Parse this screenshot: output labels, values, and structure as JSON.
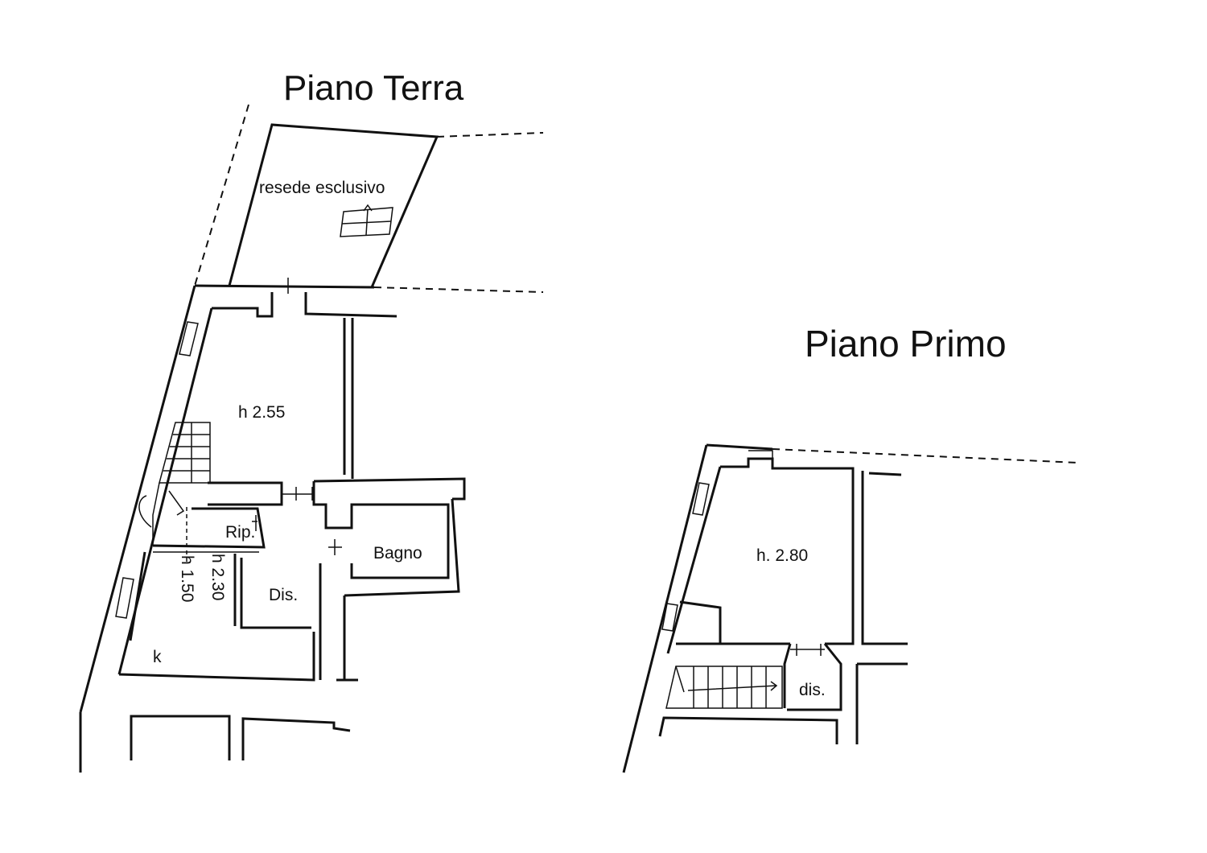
{
  "floors": {
    "ground": {
      "title": "Piano Terra",
      "rooms": {
        "resede": "resede esclusivo",
        "main_room": "h 2.55",
        "storage": "Rip.",
        "bathroom": "Bagno",
        "hallway": "Dis.",
        "kitchen": "k",
        "height_low": "h 1.50",
        "height_mid": "h 2.30"
      }
    },
    "first": {
      "title": "Piano Primo",
      "rooms": {
        "main_room": "h. 2.80",
        "hallway": "dis."
      }
    }
  }
}
